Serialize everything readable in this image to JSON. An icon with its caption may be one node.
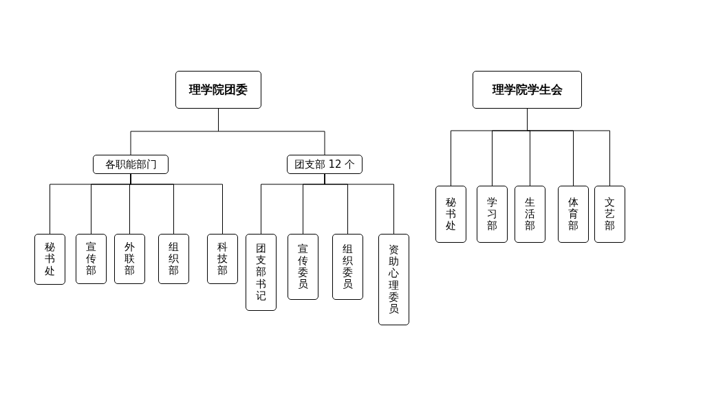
{
  "diagram": {
    "nodes": [
      {
        "text": [
          "理学院团委"
        ]
      },
      {
        "text": [
          "各职能部门"
        ]
      },
      {
        "text": [
          "团支部 12 个"
        ]
      },
      {
        "text": [
          "秘书处"
        ]
      },
      {
        "text": [
          "宣传部"
        ]
      },
      {
        "text": [
          "外联部"
        ]
      },
      {
        "text": [
          "组织部"
        ]
      },
      {
        "text": [
          "科技部"
        ]
      },
      {
        "text": [
          "团支部书记"
        ]
      },
      {
        "text": [
          "宣传委员"
        ]
      },
      {
        "text": [
          "组织委员"
        ]
      },
      {
        "text": [
          "资助心理委员"
        ]
      },
      {
        "text": [
          "理学院学生会"
        ]
      },
      {
        "text": [
          "秘书处"
        ]
      },
      {
        "text": [
          "学习部"
        ]
      },
      {
        "text": [
          "生活部"
        ]
      },
      {
        "text": [
          "体育部"
        ]
      },
      {
        "text": [
          "文艺部"
        ]
      }
    ],
    "edges": [
      {
        "from": 0,
        "to": 1,
        "arrow": "none"
      },
      {
        "from": 0,
        "to": 2,
        "arrow": "none"
      },
      {
        "from": 1,
        "to": 3,
        "arrow": "none"
      },
      {
        "from": 1,
        "to": 4,
        "arrow": "none"
      },
      {
        "from": 1,
        "to": 5,
        "arrow": "none"
      },
      {
        "from": 1,
        "to": 6,
        "arrow": "none"
      },
      {
        "from": 1,
        "to": 7,
        "arrow": "none"
      },
      {
        "from": 2,
        "to": 8,
        "arrow": "none"
      },
      {
        "from": 2,
        "to": 9,
        "arrow": "none"
      },
      {
        "from": 2,
        "to": 10,
        "arrow": "none"
      },
      {
        "from": 2,
        "to": 11,
        "arrow": "none"
      },
      {
        "from": 12,
        "to": 13,
        "arrow": "none"
      },
      {
        "from": 12,
        "to": 14,
        "arrow": "none"
      },
      {
        "from": 12,
        "to": 15,
        "arrow": "none"
      },
      {
        "from": 12,
        "to": 16,
        "arrow": "none"
      },
      {
        "from": 12,
        "to": 17,
        "arrow": "none"
      }
    ]
  }
}
